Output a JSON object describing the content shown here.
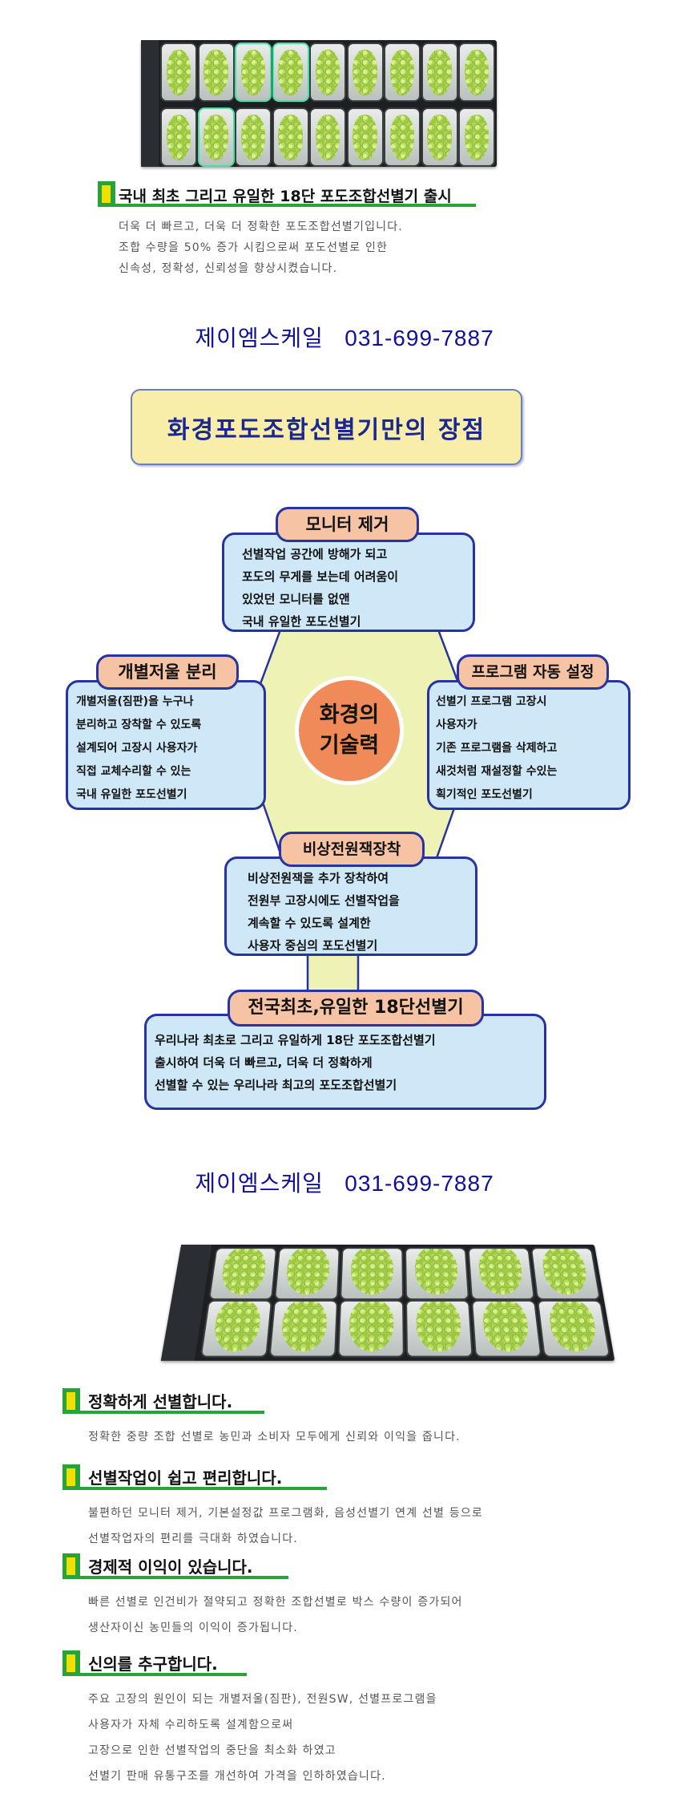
{
  "intro": {
    "heading": "국내 최초 그리고 유일한 18단 포도조합선별기 출시",
    "lines": [
      "더욱 더 빠르고, 더욱 더 정확한 포도조합선별기입니다.",
      "조합 수량을 50% 증가 시킴으로써 포도선별로 인한",
      "신속성, 정확성, 신뢰성을 향상시켰습니다."
    ]
  },
  "contact": {
    "company": "제이엠스케일",
    "phone": "031-699-7887"
  },
  "title_box": "화경포도조합선별기만의 장점",
  "diagram": {
    "center": [
      "화경의",
      "기술력"
    ],
    "top": {
      "label": "모니터 제거",
      "lines": [
        "선별작업 공간에 방해가 되고",
        "포도의 무게를 보는데 어려움이",
        "있었던 모니터를 없앤",
        "국내 유일한 포도선별기"
      ]
    },
    "left": {
      "label": "개별저울 분리",
      "lines": [
        "개별저울(짐판)을 누구나",
        "분리하고 장착할 수 있도록",
        "설계되어 고장시 사용자가",
        "직접 교체수리할 수 있는",
        "국내 유일한 포도선별기"
      ]
    },
    "right": {
      "label": "프로그램 자동 설정",
      "lines": [
        "선별기 프로그램 고장시",
        "사용자가",
        "기존 프로그램을 삭제하고",
        "새것처럼 재설정할 수있는",
        "획기적인 포도선별기"
      ]
    },
    "power": {
      "label": "비상전원잭장착",
      "lines": [
        "비상전원잭을 추가 장착하여",
        "전원부 고장시에도 선별작업을",
        "계속할 수 있도록  설계한",
        "사용자 중심의 포도선별기"
      ]
    },
    "first": {
      "label": "전국최초,유일한 18단선별기",
      "lines": [
        "우리나라 최초로 그리고 유일하게 18단 포도조합선별기",
        "출시하여 더욱 더 빠르고, 더욱 더 정확하게",
        "선별할 수 있는 우리나라 최고의 포도조합선별기"
      ]
    }
  },
  "features": [
    {
      "heading": "정확하게 선별합니다.",
      "lines": [
        "정확한 중량 조합 선별로 농민과 소비자 모두에게 신뢰와 이익을 줍니다."
      ]
    },
    {
      "heading": "선별작업이 쉽고 편리합니다.",
      "lines": [
        "불편하던 모니터 제거, 기본설정값 프로그램화, 음성선별기 연계 선별 등으로",
        "선별작업자의 편리를 극대화 하였습니다."
      ]
    },
    {
      "heading": "경제적 이익이 있습니다.",
      "lines": [
        "빠른 선별로 인건비가 절약되고 정확한 조합선별로 박스 수량이 증가되어",
        "생산자이신 농민들의 이익이 증가됩니다."
      ]
    },
    {
      "heading": "신의를 추구합니다.",
      "lines": [
        "주요 고장의 원인이 되는 개별저울(짐판), 전원SW, 선별프로그램을",
        "사용자가 자체 수리하도록 설계함으로써",
        "고장으로 인한 선별작업의 중단을 최소화 하였고",
        "선별기 판매 유통구조를 개선하여 가격을 인하하였습니다."
      ]
    }
  ],
  "colors": {
    "accent_green": "#2aa23a",
    "marker_yellow": "#f0e000",
    "navy": "#10109a",
    "pill": "#f7c3a5",
    "box": "#cfe8f8",
    "hexagon": "#eef2b4"
  }
}
